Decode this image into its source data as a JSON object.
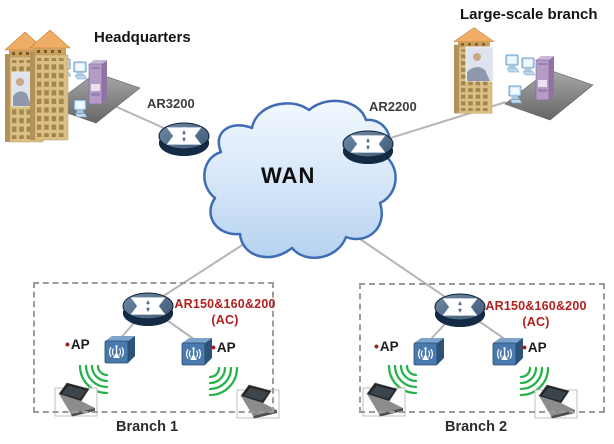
{
  "wan": {
    "label": "WAN"
  },
  "sites": {
    "headquarters": {
      "label": "Headquarters",
      "router": "AR3200"
    },
    "large_scale_branch": {
      "label": "Large-scale branch",
      "router": "AR2200"
    },
    "branch1": {
      "label": "Branch 1",
      "router": "AR150&160&200",
      "router_role": "(AC)",
      "ap_count": 2,
      "laptop_count": 2
    },
    "branch2": {
      "label": "Branch 2",
      "router": "AR150&160&200",
      "router_role": "(AC)",
      "ap_count": 2,
      "laptop_count": 2
    }
  },
  "ap": {
    "bullet": "•",
    "label": "AP"
  },
  "links": [
    {
      "from": "headquarters-lan",
      "to": "ar3200",
      "type": "wired"
    },
    {
      "from": "ar3200",
      "to": "wan",
      "type": "wired"
    },
    {
      "from": "wan",
      "to": "ar2200",
      "type": "wired"
    },
    {
      "from": "ar2200",
      "to": "large-scale-branch-lan",
      "type": "wired"
    },
    {
      "from": "wan",
      "to": "branch1-router",
      "type": "wired"
    },
    {
      "from": "wan",
      "to": "branch2-router",
      "type": "wired"
    },
    {
      "from": "branch1-router",
      "to": "branch1-ap-left",
      "type": "wired"
    },
    {
      "from": "branch1-router",
      "to": "branch1-ap-right",
      "type": "wired"
    },
    {
      "from": "branch2-router",
      "to": "branch2-ap-left",
      "type": "wired"
    },
    {
      "from": "branch2-router",
      "to": "branch2-ap-right",
      "type": "wired"
    },
    {
      "from": "branch1-ap-left",
      "to": "branch1-laptop-left",
      "type": "wireless"
    },
    {
      "from": "branch1-ap-right",
      "to": "branch1-laptop-right",
      "type": "wireless"
    },
    {
      "from": "branch2-ap-left",
      "to": "branch2-laptop-left",
      "type": "wireless"
    },
    {
      "from": "branch2-ap-right",
      "to": "branch2-laptop-right",
      "type": "wireless"
    }
  ],
  "colors": {
    "cloud_fill_top": "#f2f8ff",
    "cloud_fill_bottom": "#b6d2f0",
    "cloud_stroke": "#3f6db5",
    "router_disc": "#4c6988",
    "ap_box": "#4a7aad",
    "wifi_arc": "#28b24b",
    "link_line": "#b5b5b5",
    "branch_border": "#9c9c9c",
    "ac_label_red": "#b0211f",
    "router_label_gray": "#3d3d3d"
  }
}
